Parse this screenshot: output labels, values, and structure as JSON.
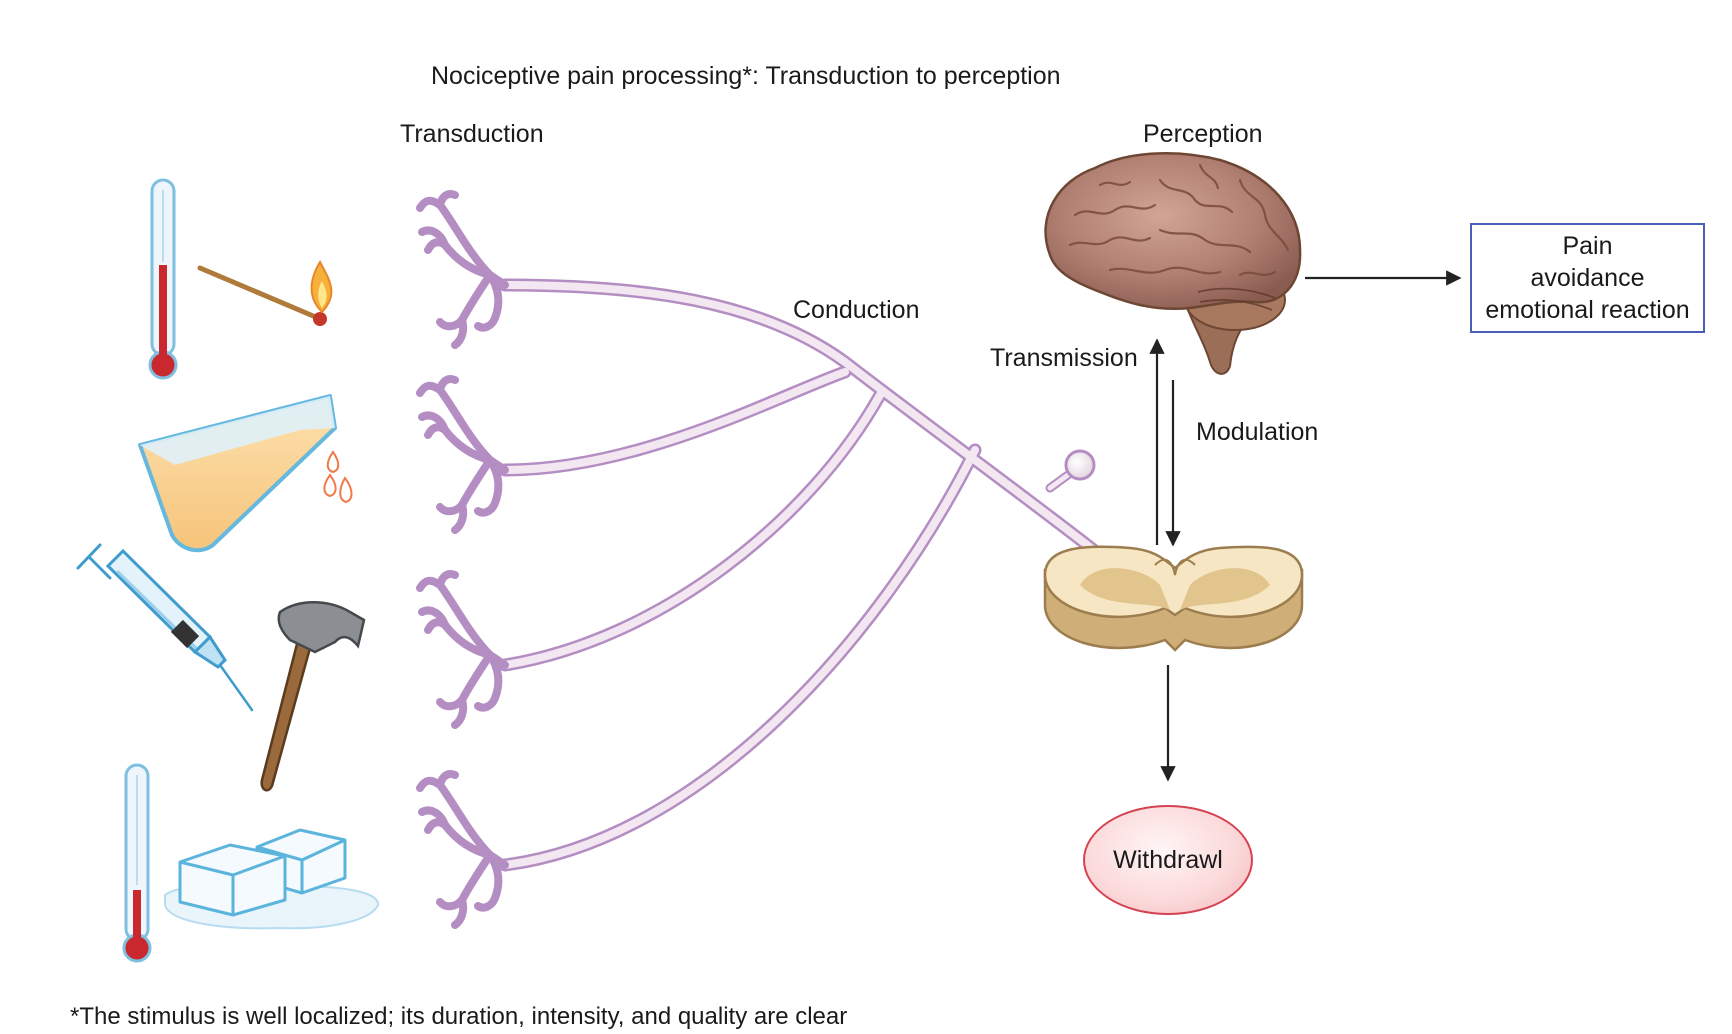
{
  "title": "Nociceptive pain processing*: Transduction to perception",
  "stages": {
    "transduction": "Transduction",
    "conduction": "Conduction",
    "transmission": "Transmission",
    "perception": "Perception",
    "modulation": "Modulation"
  },
  "outcome_box": {
    "lines": [
      "Pain",
      "avoidance",
      "emotional reaction"
    ],
    "border_color": "#4a5fb4"
  },
  "withdrawal": {
    "label": "Withdrawl",
    "border_color": "#d4424f"
  },
  "stimuli_icons": [
    "thermometer-hot-icon",
    "lit-match-icon",
    "chemical-flask-icon",
    "syringe-icon",
    "hammer-icon",
    "thermometer-cold-icon",
    "ice-cubes-icon"
  ],
  "footnote": "*The stimulus is well localized; its duration, intensity, and quality are clear",
  "colors": {
    "nerve_fiber": "#b48ec3",
    "axon": "#e9d8e6",
    "brain": "#b07f72",
    "spinal_cord": "#e9cf9d",
    "arrow": "#222222"
  }
}
